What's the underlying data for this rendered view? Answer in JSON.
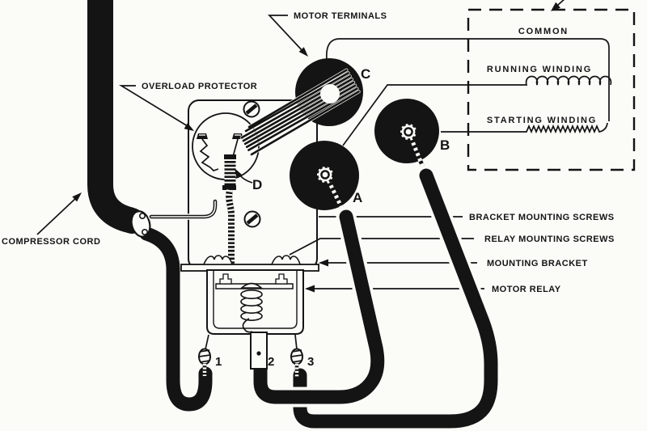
{
  "colors": {
    "ink": "#141414",
    "paper": "#fbfbf8"
  },
  "callouts": {
    "motor_terminals": "MOTOR TERMINALS",
    "overload_protector": "OVERLOAD PROTECTOR",
    "compressor_cord": "COMPRESSOR CORD",
    "bracket_mounting_screws": "BRACKET MOUNTING SCREWS",
    "relay_mounting_screws": "RELAY MOUNTING SCREWS",
    "mounting_bracket": "MOUNTING BRACKET",
    "motor_relay": "MOTOR RELAY"
  },
  "motor_windings": {
    "common": "COMMON",
    "running": "RUNNING WINDING",
    "starting": "STARTING WINDING"
  },
  "motor_terminals": {
    "a": "A",
    "b": "B",
    "c": "C",
    "d": "D"
  },
  "relay_terminals": {
    "t1": "1",
    "t2": "2",
    "t3": "3"
  }
}
